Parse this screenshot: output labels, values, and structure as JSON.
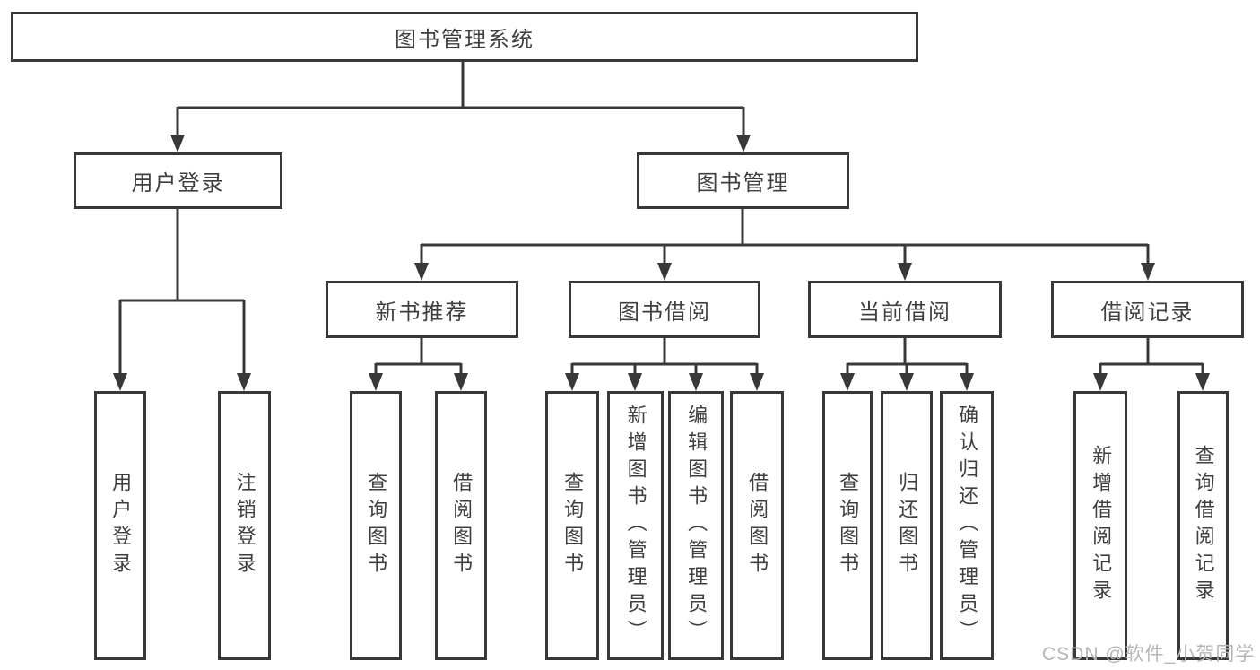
{
  "diagram": {
    "root": {
      "label": "图书管理系统"
    },
    "level2": [
      {
        "label": "用户登录"
      },
      {
        "label": "图书管理",
        "parent": "图书管理系统"
      }
    ],
    "level3": [
      {
        "label": "新书推荐",
        "parent": "图书管理"
      },
      {
        "label": "图书借阅",
        "parent": "图书管理"
      },
      {
        "label": "当前借阅",
        "parent": "图书管理"
      },
      {
        "label": "借阅记录",
        "parent": "图书管理"
      }
    ],
    "leaves": [
      {
        "label": "用户登录",
        "parent": "用户登录"
      },
      {
        "label": "注销登录",
        "parent": "用户登录"
      },
      {
        "label": "查询图书",
        "parent": "新书推荐"
      },
      {
        "label": "借阅图书",
        "parent": "新书推荐"
      },
      {
        "label": "查询图书",
        "parent": "图书借阅"
      },
      {
        "label": "新增图书（管理员）",
        "parent": "图书借阅"
      },
      {
        "label": "编辑图书（管理员）",
        "parent": "图书借阅"
      },
      {
        "label": "借阅图书",
        "parent": "图书借阅"
      },
      {
        "label": "查询图书",
        "parent": "当前借阅"
      },
      {
        "label": "归还图书",
        "parent": "当前借阅"
      },
      {
        "label": "确认归还（管理员）",
        "parent": "当前借阅"
      },
      {
        "label": "新增借阅记录",
        "parent": "借阅记录"
      },
      {
        "label": "查询借阅记录",
        "parent": "借阅记录"
      }
    ],
    "watermark": "CSDN @软件_小贺同学",
    "colors": {
      "line": "#383838",
      "text": "#3f3f3f",
      "box_fill": "#ffffff",
      "background": "#ffffff",
      "watermark": "#b6b6ba"
    }
  }
}
